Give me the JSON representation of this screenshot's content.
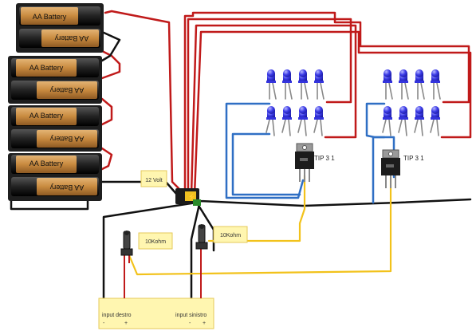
{
  "batteries": [
    {
      "top": "AA Battery",
      "bottom": "AA Battery"
    },
    {
      "top": "AA Battery",
      "bottom": "AA Battery"
    },
    {
      "top": "AA Battery",
      "bottom": "AA Battery"
    },
    {
      "top": "AA Battery",
      "bottom": "AA Battery"
    }
  ],
  "labels": {
    "voltage": "12 Volt",
    "pot_left": "10Kohm",
    "pot_right": "10Kohm",
    "transistor_left": "TIP 3 1",
    "transistor_right": "TIP 3 1",
    "input_right": "input destro",
    "input_left": "input sinistro",
    "minus": "-",
    "plus": "+"
  },
  "colors": {
    "wire_red": "#c01a1a",
    "wire_black": "#111111",
    "wire_blue": "#2f6fc4",
    "wire_yellow": "#f2c21b",
    "note_bg": "#fff6b0",
    "note_border": "#e5c95a",
    "battery_body": "#2a2a2a",
    "battery_cell": "#c9934b",
    "led_blue": "#3333dd"
  }
}
